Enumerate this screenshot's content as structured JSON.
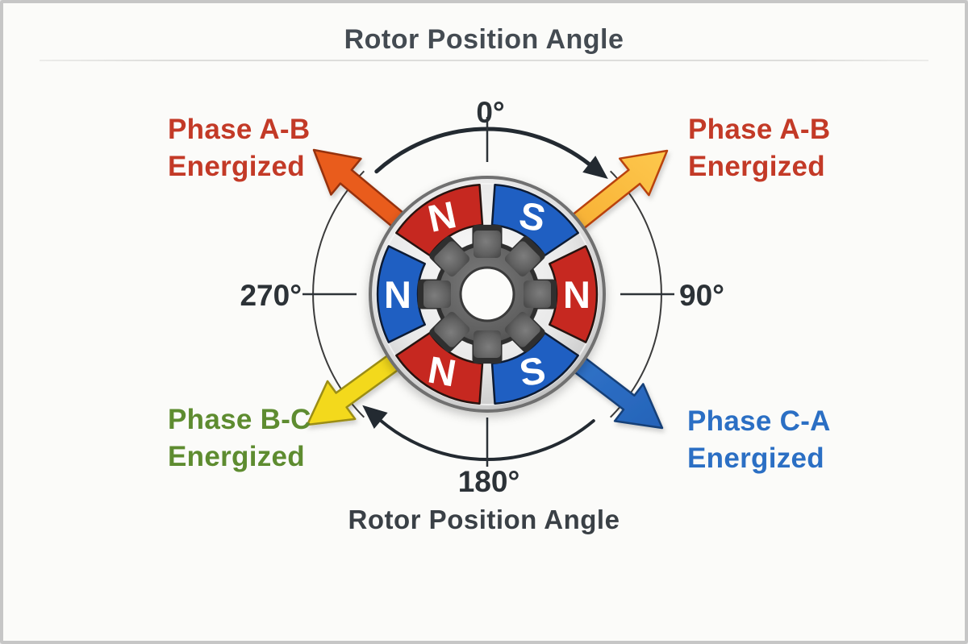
{
  "title": "Rotor Position Angle",
  "caption": "Rotor Position Angle",
  "rotation_direction": "clockwise",
  "angle_labels": {
    "top": "0°",
    "right": "90°",
    "bottom": "180°",
    "left": "270°"
  },
  "phase_labels": {
    "top_left": {
      "line1": "Phase A-B",
      "line2": "Energized",
      "color": "#c33a27"
    },
    "top_right": {
      "line1": "Phase A-B",
      "line2": "Energized",
      "color": "#c33a27"
    },
    "bottom_left": {
      "line1": "Phase B-C",
      "line2": "Energized",
      "color": "#5e8c30"
    },
    "bottom_right": {
      "line1": "Phase C-A",
      "line2": "Energized",
      "color": "#2b6fc4"
    }
  },
  "arrows": [
    {
      "direction": "north-west",
      "color": "#e95b1d"
    },
    {
      "direction": "north-east",
      "color": "#f9b32c"
    },
    {
      "direction": "south-west",
      "color": "#f3d91f"
    },
    {
      "direction": "south-east",
      "color": "#2f72cc"
    }
  ],
  "rotor": {
    "magnets": [
      {
        "position": "top-left",
        "polarity": "N",
        "color": "#c62820"
      },
      {
        "position": "top-right",
        "polarity": "S",
        "color": "#1f5fc2"
      },
      {
        "position": "right",
        "polarity": "N",
        "color": "#c62820"
      },
      {
        "position": "bottom-right",
        "polarity": "S",
        "color": "#1f5fc2"
      },
      {
        "position": "bottom-left",
        "polarity": "N",
        "color": "#c62820"
      },
      {
        "position": "left",
        "polarity": "N",
        "color": "#1f5fc2"
      }
    ]
  }
}
